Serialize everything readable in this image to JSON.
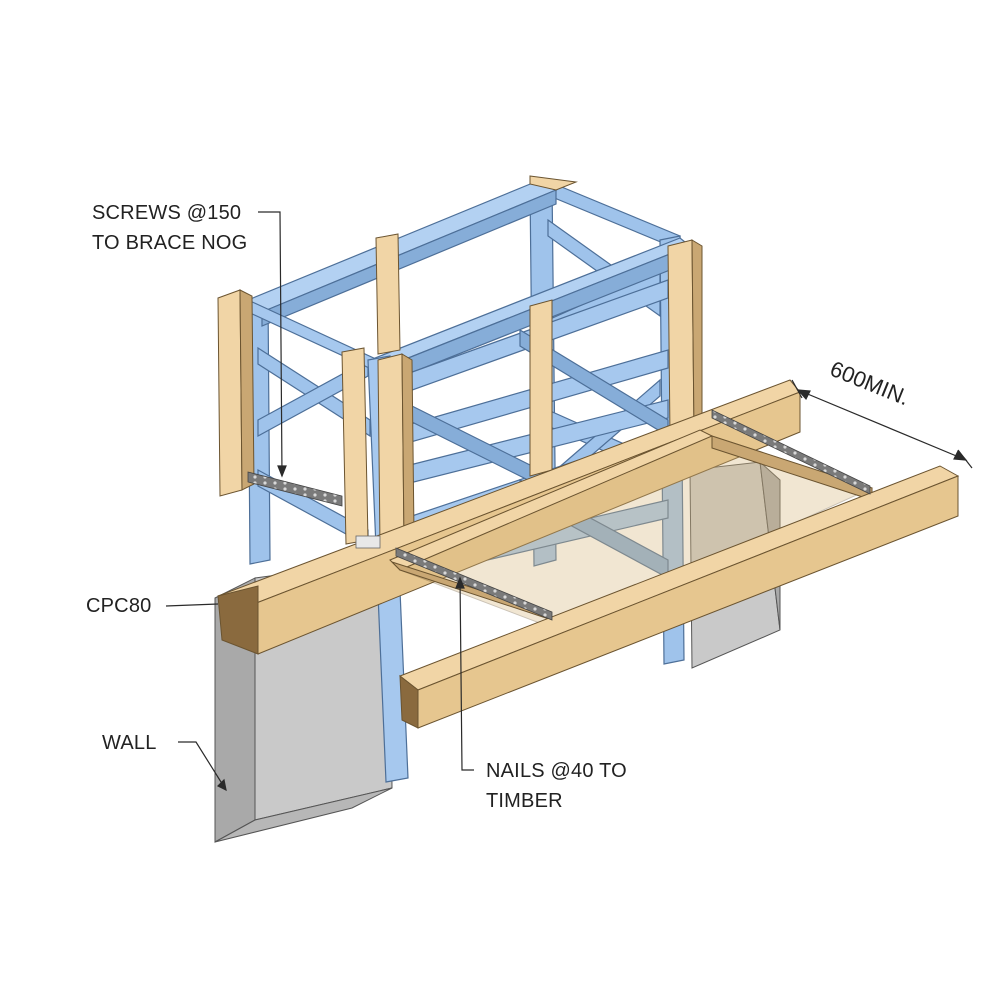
{
  "annotations": {
    "screws": {
      "line1": "SCREWS @150",
      "line2": "TO BRACE NOG"
    },
    "cpc": {
      "text": "CPC80"
    },
    "wall": {
      "text": "WALL"
    },
    "nails": {
      "line1": "NAILS @40 TO",
      "line2": "TIMBER"
    },
    "dimension": {
      "text": "600MIN."
    }
  },
  "colors": {
    "steel": "#9fc3eb",
    "steel_dark": "#6e96c6",
    "steel_edge": "#4d6f98",
    "timber": "#f1d5a6",
    "timber_dark": "#c9a773",
    "timber_end": "#8a6a3e",
    "wall": "#c7c7c7",
    "wall_dark": "#9f9f9f",
    "line": "#2a2a2a"
  },
  "icons": [
    "screw-strip",
    "nail-strip",
    "dimension-arrow"
  ]
}
